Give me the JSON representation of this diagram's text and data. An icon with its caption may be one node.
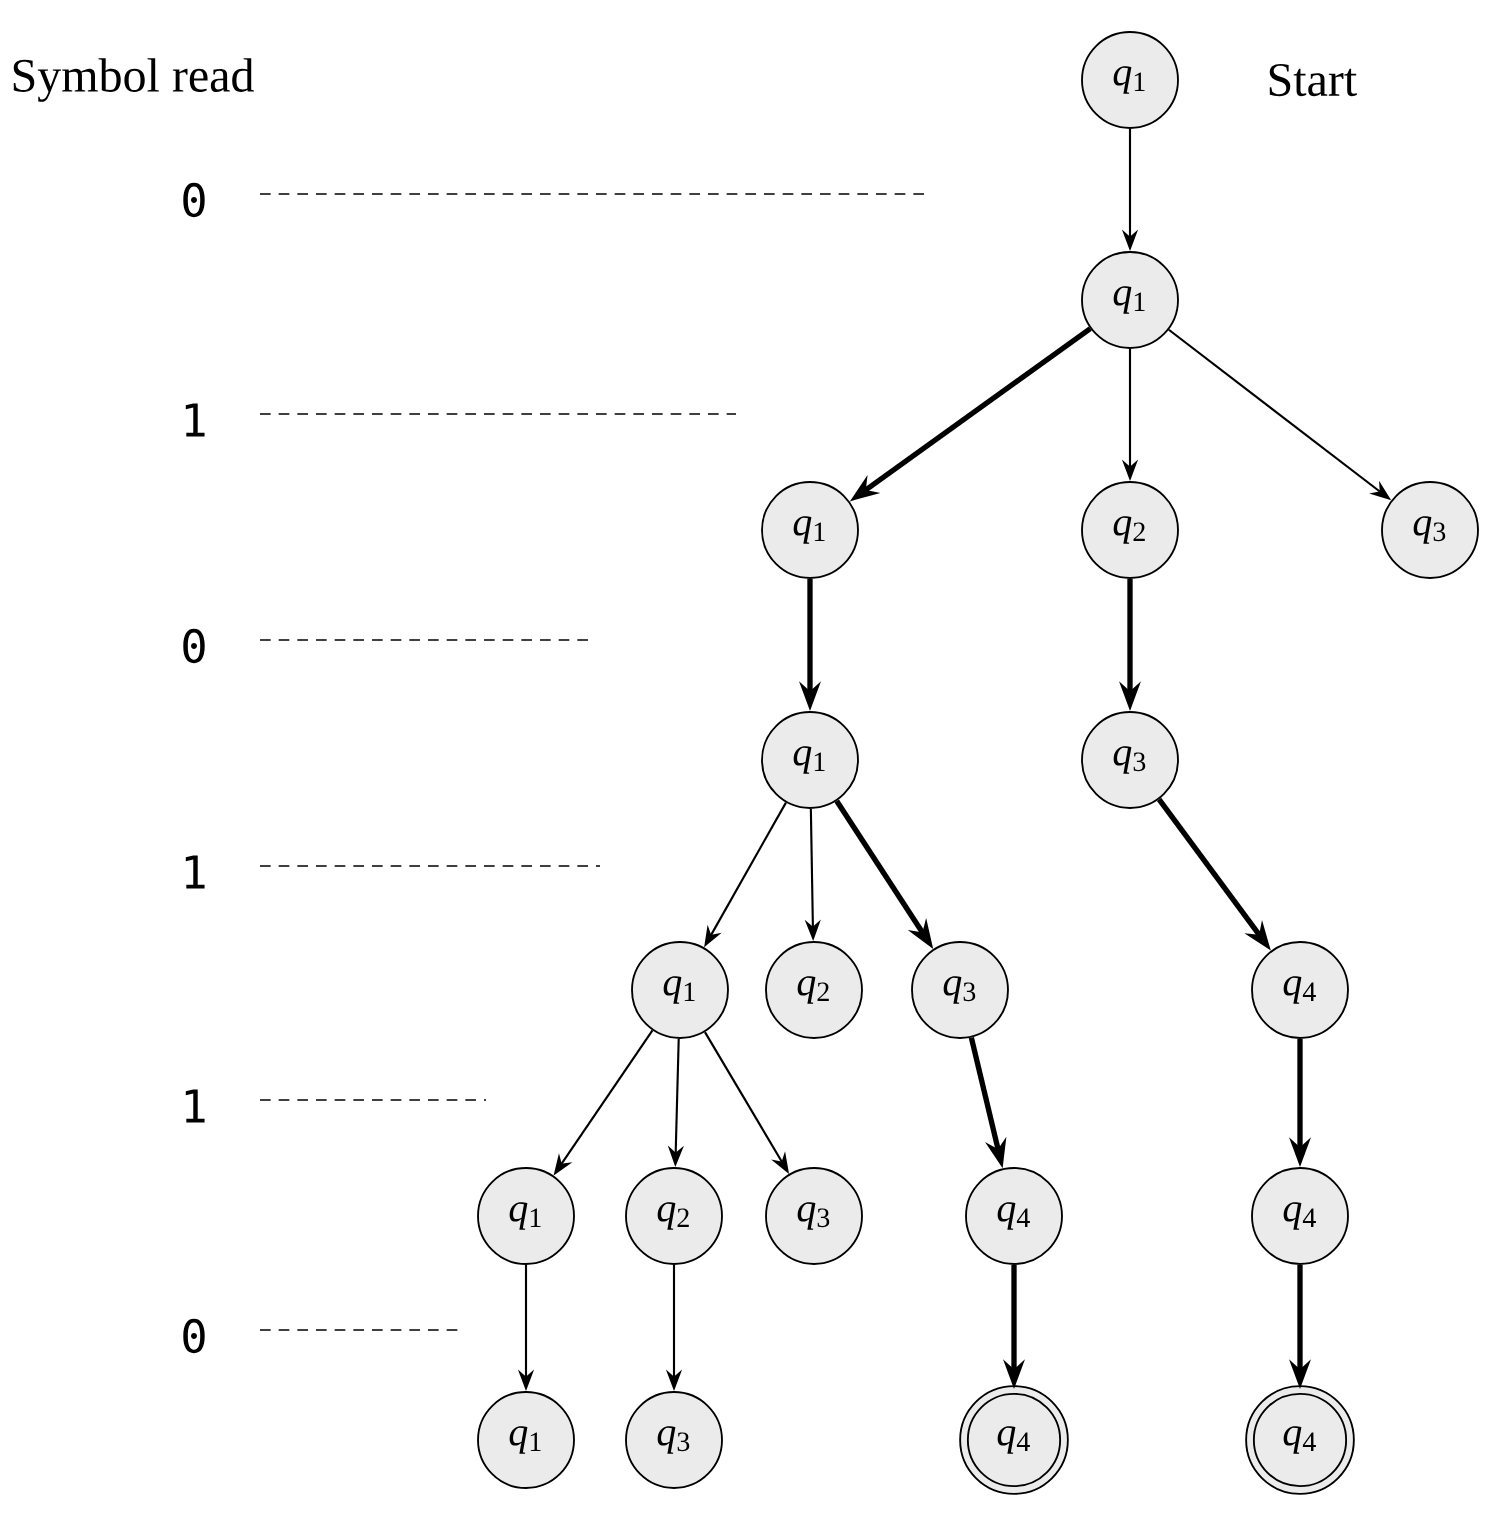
{
  "diagram": {
    "nodes": [
      {
        "text": [
          "*q*$_{1}$"
        ],
        "beside": [
          "Start"
        ]
      },
      {
        "text": [
          "*q*$_{1}$"
        ]
      },
      {
        "text": [
          "*q*$_{1}$"
        ]
      },
      {
        "text": [
          "*q*$_{2}$"
        ]
      },
      {
        "text": [
          "*q*$_{3}$"
        ]
      },
      {
        "text": [
          "*q*$_{1}$"
        ]
      },
      {
        "text": [
          "*q*$_{3}$"
        ]
      },
      {
        "text": [
          "*q*$_{1}$"
        ]
      },
      {
        "text": [
          "*q*$_{2}$"
        ]
      },
      {
        "text": [
          "*q*$_{3}$"
        ]
      },
      {
        "text": [
          "*q*$_{4}$"
        ]
      },
      {
        "text": [
          "*q*$_{1}$"
        ]
      },
      {
        "text": [
          "*q*$_{2}$"
        ]
      },
      {
        "text": [
          "*q*$_{3}$"
        ]
      },
      {
        "text": [
          "*q*$_{4}$"
        ]
      },
      {
        "text": [
          "*q*$_{4}$"
        ]
      },
      {
        "text": [
          "*q*$_{1}$"
        ]
      },
      {
        "text": [
          "*q*$_{3}$"
        ]
      },
      {
        "text": [
          "*q*$_{4}$"
        ]
      },
      {
        "text": [
          "*q*$_{4}$"
        ]
      }
    ],
    "edges": [
      {
        "from": 0,
        "to": 1,
        "arrow": "to"
      },
      {
        "from": 1,
        "to": 2,
        "arrow": "to",
        "style": "thick"
      },
      {
        "from": 1,
        "to": 3,
        "arrow": "to"
      },
      {
        "from": 1,
        "to": 4,
        "arrow": "to"
      },
      {
        "from": 2,
        "to": 5,
        "arrow": "to",
        "style": "thick"
      },
      {
        "from": 3,
        "to": 6,
        "arrow": "to",
        "style": "thick"
      },
      {
        "from": 5,
        "to": 7,
        "arrow": "to"
      },
      {
        "from": 5,
        "to": 8,
        "arrow": "to"
      },
      {
        "from": 5,
        "to": 9,
        "arrow": "to",
        "style": "thick"
      },
      {
        "from": 6,
        "to": 10,
        "arrow": "to",
        "style": "thick"
      },
      {
        "from": 7,
        "to": 11,
        "arrow": "to"
      },
      {
        "from": 7,
        "to": 12,
        "arrow": "to"
      },
      {
        "from": 7,
        "to": 13,
        "arrow": "to"
      },
      {
        "from": 9,
        "to": 14,
        "arrow": "to",
        "style": "thick"
      },
      {
        "from": 10,
        "to": 15,
        "arrow": "to",
        "style": "thick"
      },
      {
        "from": 11,
        "to": 16,
        "arrow": "to"
      },
      {
        "from": 12,
        "to": 17,
        "arrow": "to"
      },
      {
        "from": 14,
        "to": 18,
        "arrow": "to",
        "style": "thick"
      },
      {
        "from": 15,
        "to": 19,
        "arrow": "to",
        "style": "thick"
      }
    ],
    "labels": [
      "Symbol read",
      "0",
      "1",
      "0",
      "1",
      "1",
      "0"
    ]
  }
}
